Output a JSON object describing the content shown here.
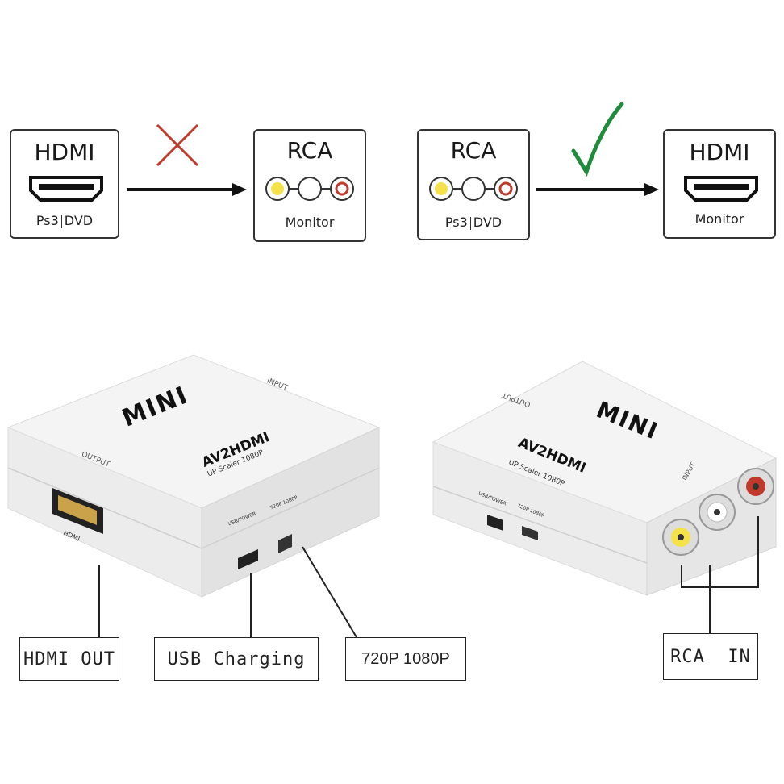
{
  "diagram": {
    "boxes": [
      {
        "id": "left-hdmi",
        "title": "HDMI",
        "sub_left": "Ps3",
        "sub_right": "DVD"
      },
      {
        "id": "left-rca",
        "title": "RCA",
        "sub": "Monitor"
      },
      {
        "id": "right-rca",
        "title": "RCA",
        "sub_left": "Ps3",
        "sub_right": "DVD"
      },
      {
        "id": "right-hdmi",
        "title": "HDMI",
        "sub": "Monitor"
      }
    ],
    "marks": {
      "left": "cross-icon",
      "right": "checkmark-icon"
    },
    "colors": {
      "cross": "#c0392b",
      "check": "#1e8c3a",
      "rca_yellow": "#f5e14a",
      "rca_red": "#c0392b"
    }
  },
  "device": {
    "brand": "MINI",
    "model": "AV2HDMI",
    "subtitle": "UP Scaler 1080P",
    "input_label": "INPUT",
    "output_label": "OUTPUT",
    "hdmi_port_label": "HDMI",
    "usb_label": "USB/POWER",
    "switch_label": "720P 1080P"
  },
  "callouts": {
    "hdmi_out": "HDMI OUT",
    "usb_charging": "USB Charging",
    "resolution": "720P 1080P",
    "rca_in": "RCA  IN"
  }
}
